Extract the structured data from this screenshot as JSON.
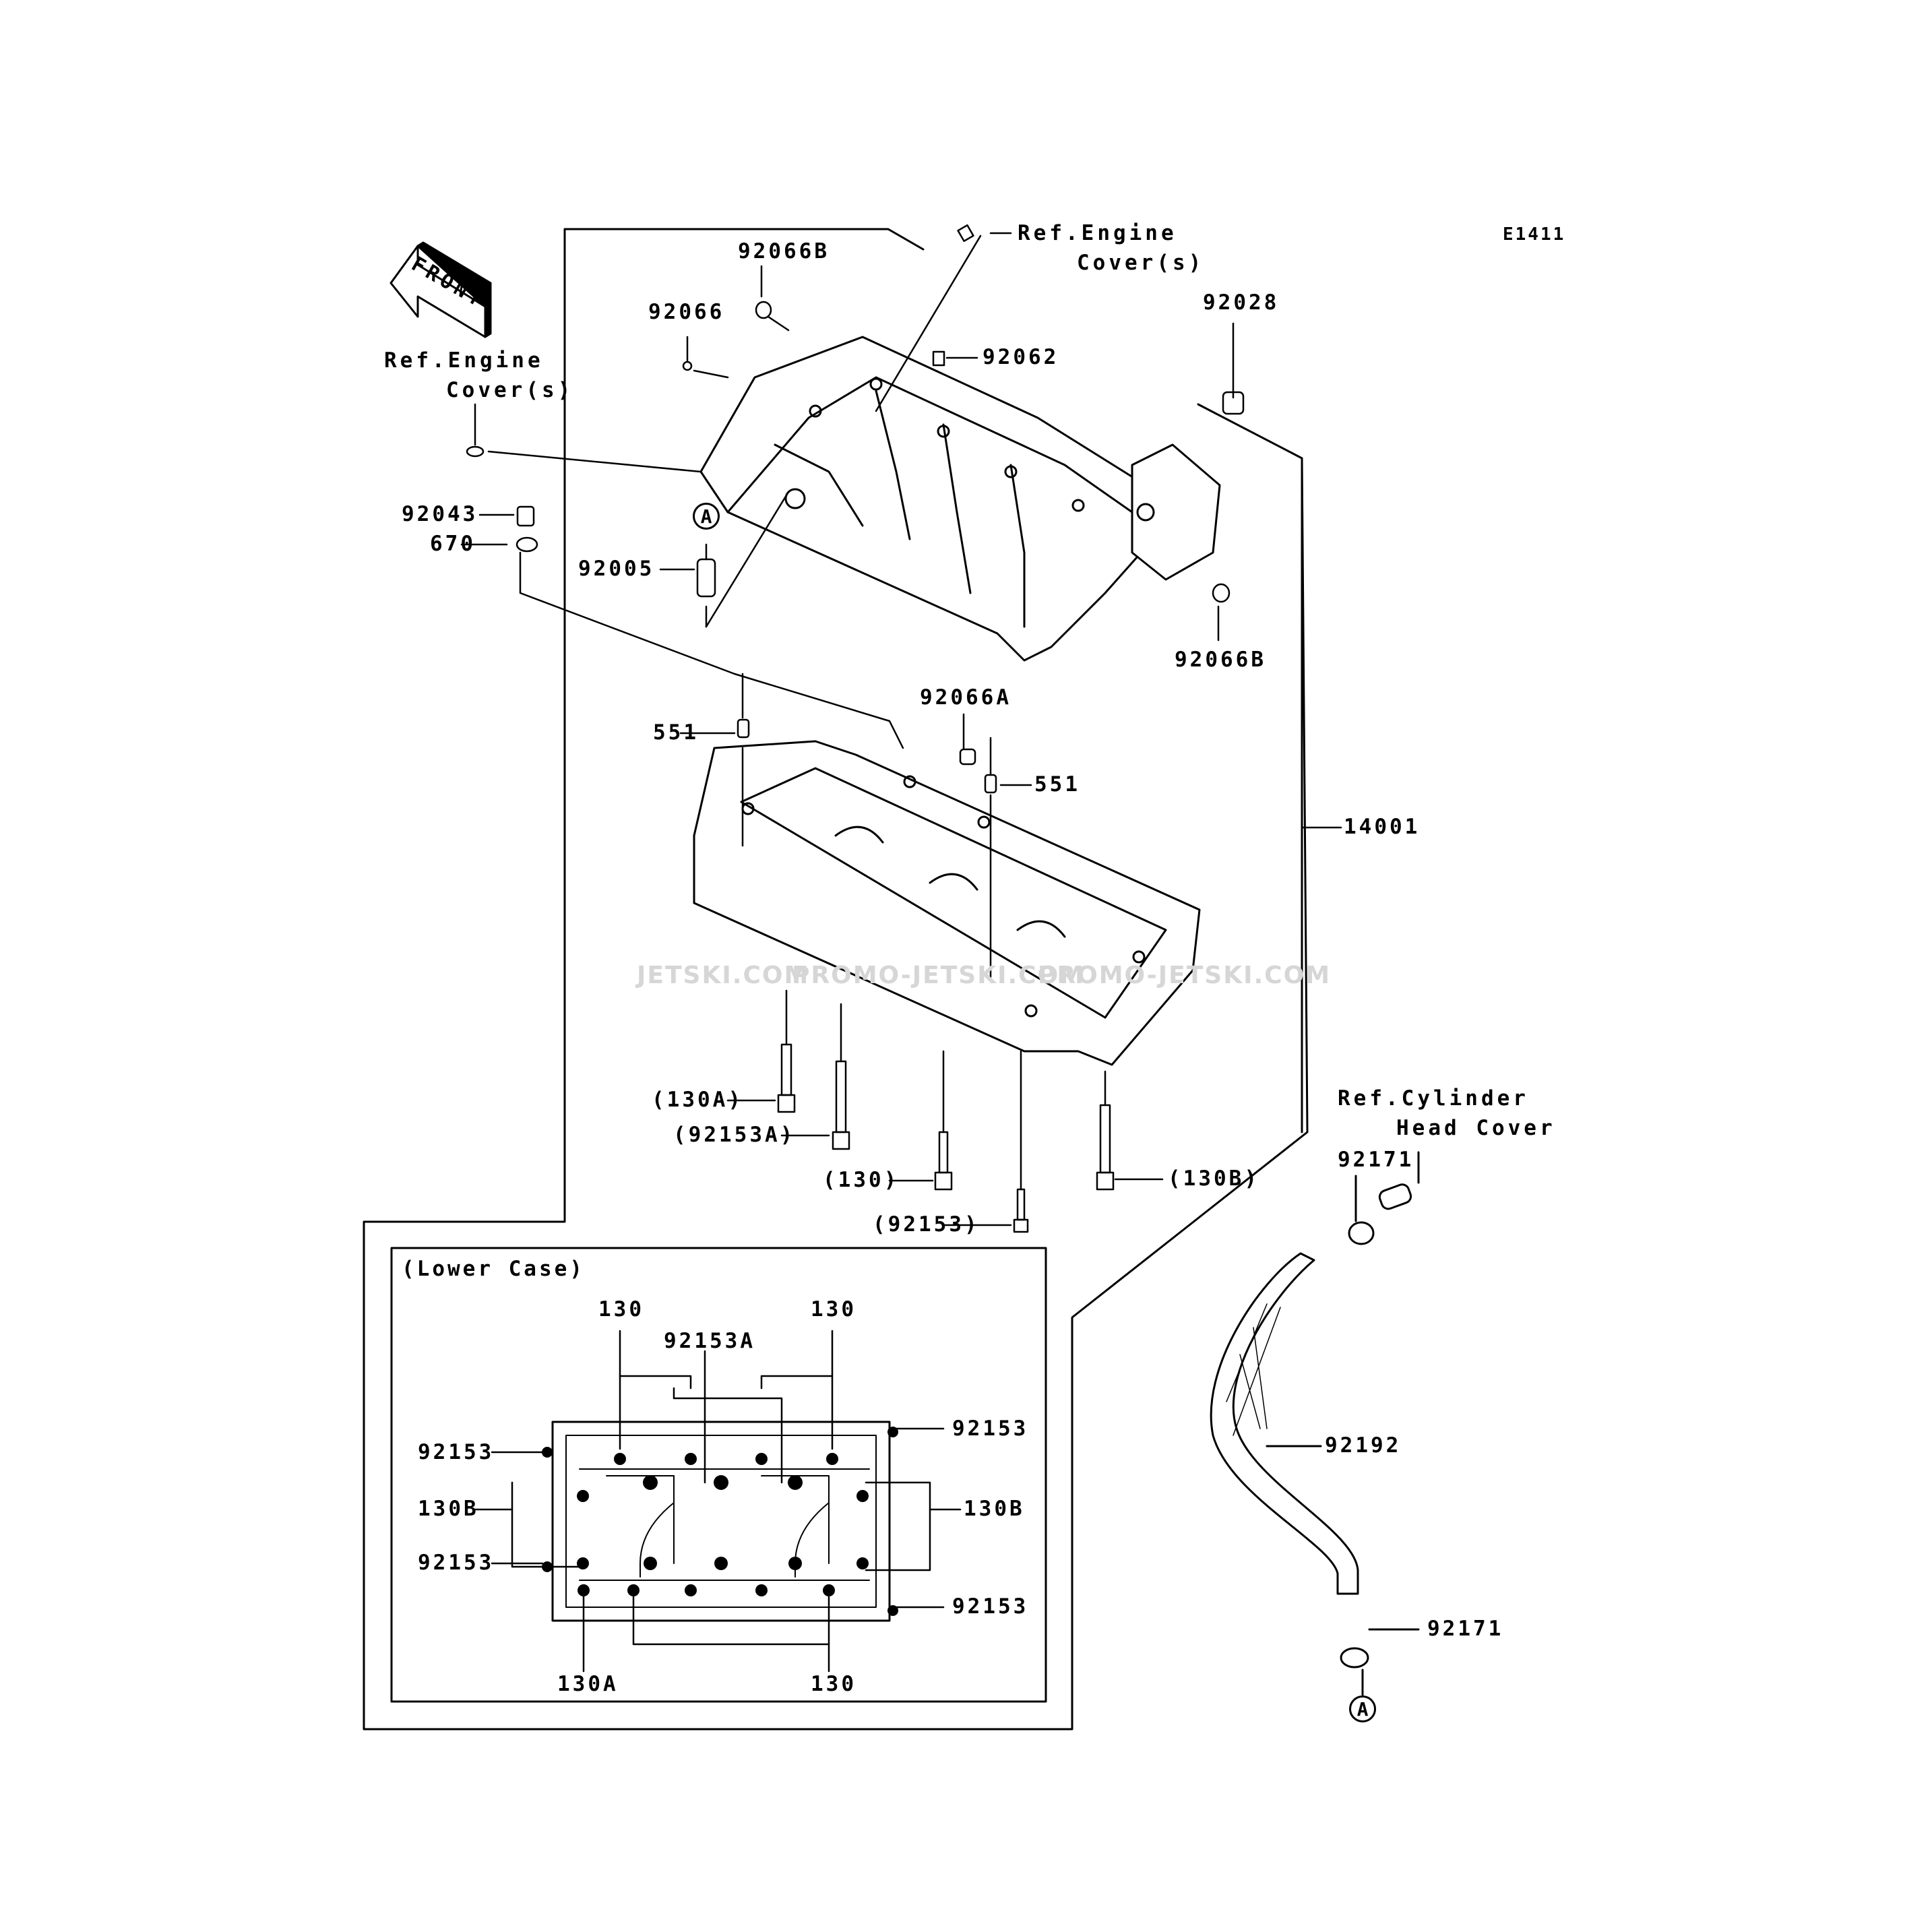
{
  "diagram": {
    "code": "E1411",
    "direction_marker": "FRONT",
    "watermarks": [
      "JETSKI.COM",
      "PROMO-JETSKI.COM",
      "PROMO-JETSKI.COM"
    ],
    "references": {
      "engine_cover_left_line1": "Ref.Engine",
      "engine_cover_left_line2": "Cover(s)",
      "engine_cover_top_line1": "Ref.Engine",
      "engine_cover_top_line2": "Cover(s)",
      "cylinder_head_line1": "Ref.Cylinder",
      "cylinder_head_line2": "Head Cover"
    },
    "connector_marker": "A",
    "parts": {
      "p92066B_top": "92066B",
      "p92066": "92066",
      "p92062": "92062",
      "p92028": "92028",
      "p92043": "92043",
      "p670": "670",
      "p92005": "92005",
      "p92066B_bottom": "92066B",
      "p92066A": "92066A",
      "p551_left": "551",
      "p551_right": "551",
      "p14001": "14001",
      "p130A": "(130A)",
      "p92153A": "(92153A)",
      "p130": "(130)",
      "p130B": "(130B)",
      "p92153": "(92153)",
      "p92171_top": "92171",
      "p92192": "92192",
      "p92171_bottom": "92171"
    },
    "lower_case": {
      "title": "(Lower Case)",
      "labels": {
        "top_130_left": "130",
        "top_130_right": "130",
        "top_92153A": "92153A",
        "left_92153_top": "92153",
        "left_130B": "130B",
        "left_92153_bottom": "92153",
        "right_92153_top": "92153",
        "right_130B": "130B",
        "right_92153_bottom": "92153",
        "bottom_130A": "130A",
        "bottom_130": "130"
      }
    }
  }
}
